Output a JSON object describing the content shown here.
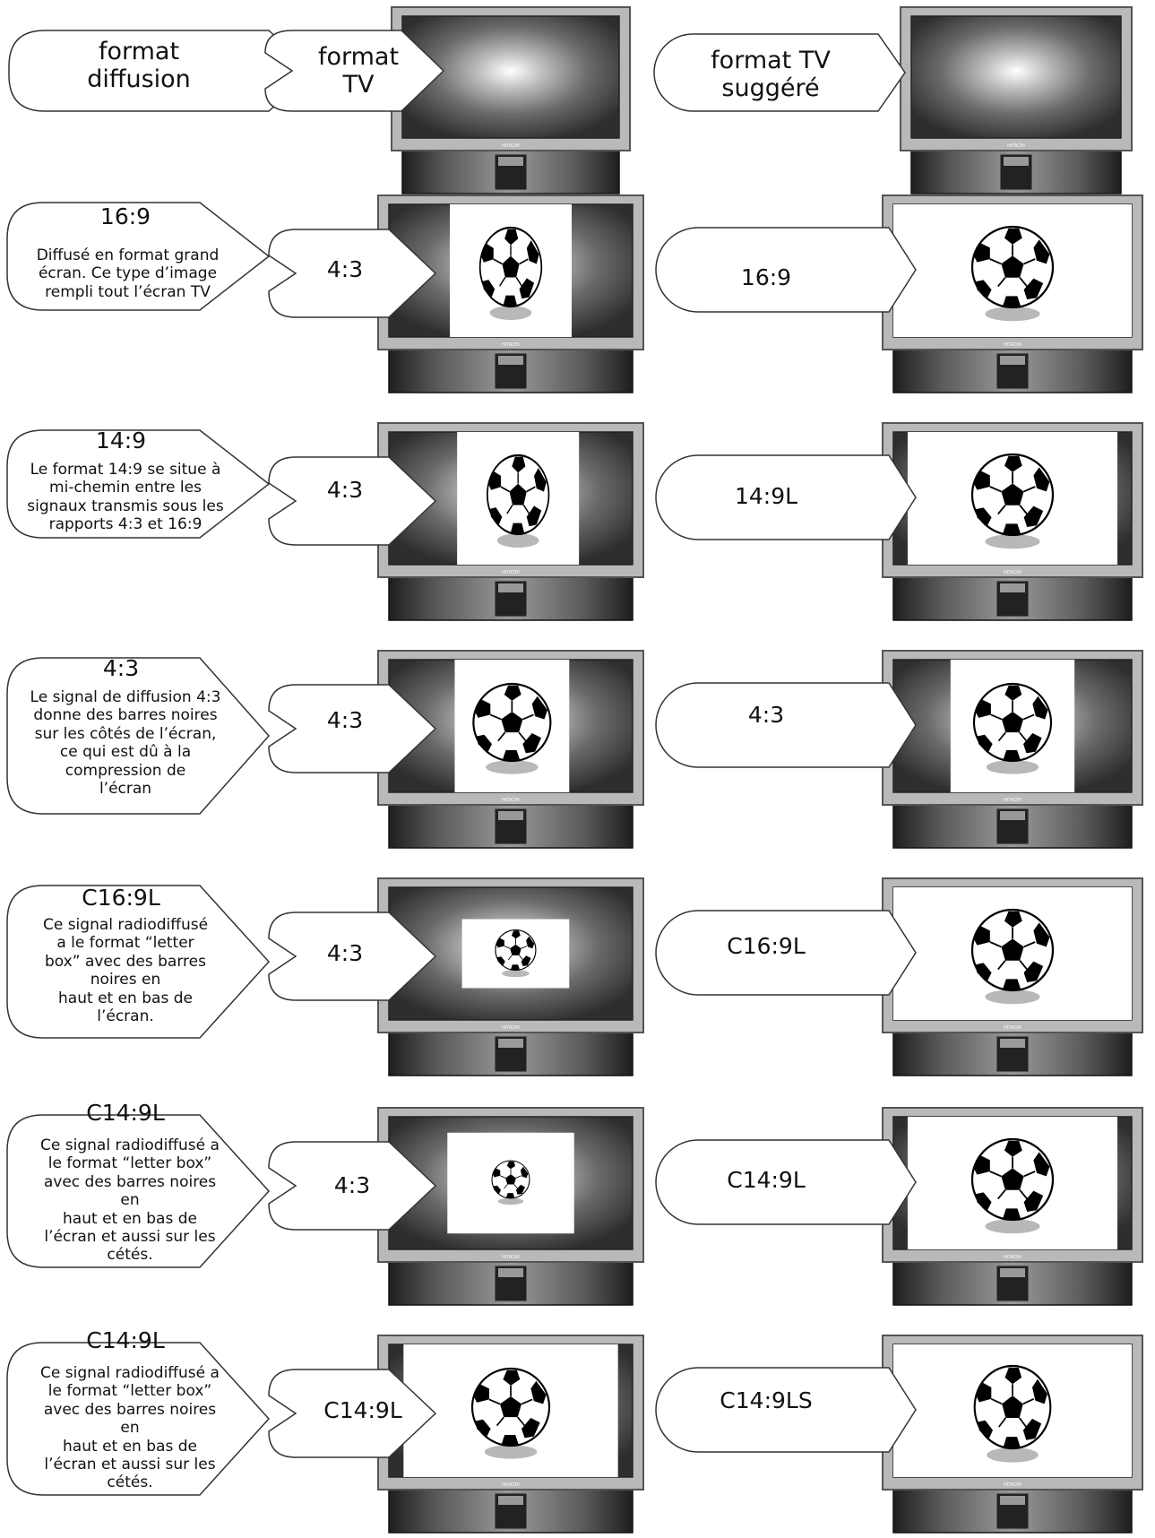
{
  "header": {
    "broadcast_label": "format\ndiffusion",
    "tv_label": "format\nTV",
    "suggested_label": "format TV\nsuggéré"
  },
  "rows": [
    {
      "broadcast_title": "16:9",
      "broadcast_desc": "Diffusé en format grand\nécran. Ce type d’image\nrempli tout l’écran TV",
      "tv_format": "4:3",
      "suggested_format": "16:9"
    },
    {
      "broadcast_title": "14:9",
      "broadcast_desc": "Le format 14:9 se situe à\nmi-chemin entre les\nsignaux transmis sous les\nrapports 4:3 et 16:9",
      "tv_format": "4:3",
      "suggested_format": "14:9L"
    },
    {
      "broadcast_title": "4:3",
      "broadcast_desc": "Le signal de diffusion 4:3\ndonne des barres noires\nsur les côtés de l’écran,\nce qui est dû à la\ncompression de\nl’écran",
      "tv_format": "4:3",
      "suggested_format": "4:3"
    },
    {
      "broadcast_title": "C16:9L",
      "broadcast_desc": "Ce signal radiodiffusé\na le format “letter\nbox” avec des barres\nnoires en\nhaut et en bas de\nl’écran.",
      "tv_format": "4:3",
      "suggested_format": "C16:9L"
    },
    {
      "broadcast_title": "C14:9L",
      "broadcast_desc": "Ce signal radiodiffusé a\nle format “letter box”\navec des barres noires\nen\nhaut et en bas de\nl’écran et aussi sur les\ncétés.",
      "tv_format": "4:3",
      "suggested_format": "C14:9L"
    },
    {
      "broadcast_title": "C14:9L",
      "broadcast_desc": "Ce signal radiodiffusé a\nle format “letter box”\navec des barres noires\nen\nhaut et en bas de\nl’écran et aussi sur les\ncétés.",
      "tv_format": "C14:9L",
      "suggested_format": "C14:9LS"
    }
  ],
  "tv_brand": "HITACHI",
  "colors": {
    "bezel": "#b9b9b9",
    "screen_dark": "#3a3a3a",
    "screen_glow": "#ffffff",
    "bubble_stroke": "#333333",
    "stand": "#2a2a2a"
  }
}
